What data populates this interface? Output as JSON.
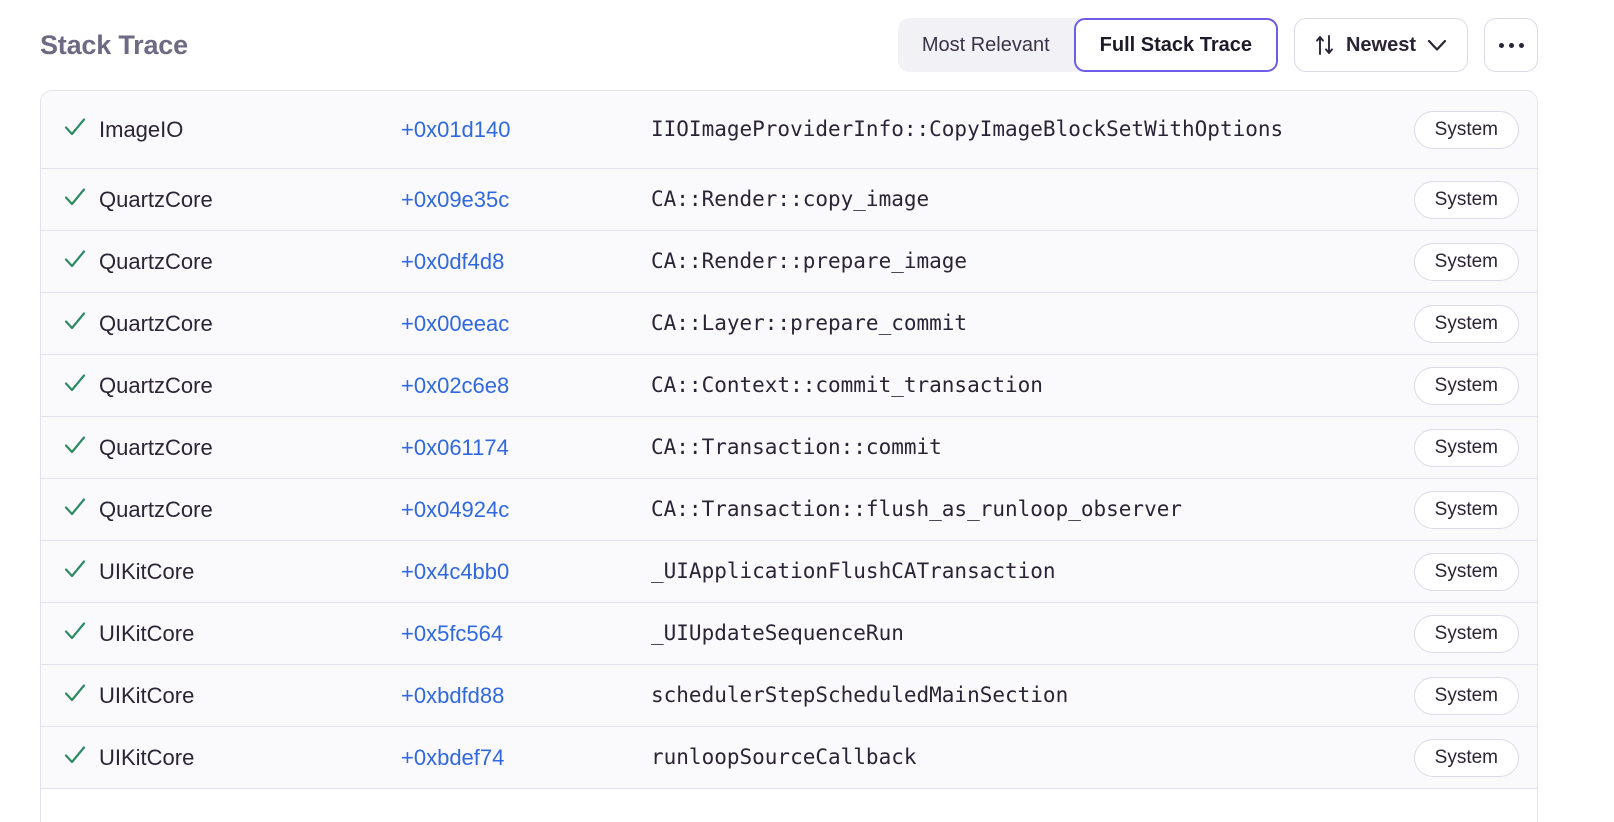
{
  "header": {
    "title": "Stack Trace",
    "segmented": {
      "options": [
        {
          "label": "Most Relevant",
          "active": false
        },
        {
          "label": "Full Stack Trace",
          "active": true
        }
      ]
    },
    "sort": {
      "icon": "sort-arrows-icon",
      "label": "Newest",
      "chevron": "chevron-down-icon"
    },
    "more": {
      "icon": "ellipsis-icon"
    }
  },
  "colors": {
    "accent": "#6c5ce7",
    "link": "#3068e0",
    "check": "#2d8a63",
    "title": "#6e6a84",
    "row_bg": "#fafafc",
    "divider": "#e4e2ec",
    "segment_bg": "#f2f1f6"
  },
  "table": {
    "rows": [
      {
        "status": "check-icon",
        "module": "ImageIO",
        "offset": "+0x01d140",
        "symbol": "IIOImageProviderInfo::CopyImageBlockSetWithOptions",
        "badge": "System"
      },
      {
        "status": "check-icon",
        "module": "QuartzCore",
        "offset": "+0x09e35c",
        "symbol": "CA::Render::copy_image",
        "badge": "System"
      },
      {
        "status": "check-icon",
        "module": "QuartzCore",
        "offset": "+0x0df4d8",
        "symbol": "CA::Render::prepare_image",
        "badge": "System"
      },
      {
        "status": "check-icon",
        "module": "QuartzCore",
        "offset": "+0x00eeac",
        "symbol": "CA::Layer::prepare_commit",
        "badge": "System"
      },
      {
        "status": "check-icon",
        "module": "QuartzCore",
        "offset": "+0x02c6e8",
        "symbol": "CA::Context::commit_transaction",
        "badge": "System"
      },
      {
        "status": "check-icon",
        "module": "QuartzCore",
        "offset": "+0x061174",
        "symbol": "CA::Transaction::commit",
        "badge": "System"
      },
      {
        "status": "check-icon",
        "module": "QuartzCore",
        "offset": "+0x04924c",
        "symbol": "CA::Transaction::flush_as_runloop_observer",
        "badge": "System"
      },
      {
        "status": "check-icon",
        "module": "UIKitCore",
        "offset": "+0x4c4bb0",
        "symbol": "_UIApplicationFlushCATransaction",
        "badge": "System"
      },
      {
        "status": "check-icon",
        "module": "UIKitCore",
        "offset": "+0x5fc564",
        "symbol": "_UIUpdateSequenceRun",
        "badge": "System"
      },
      {
        "status": "check-icon",
        "module": "UIKitCore",
        "offset": "+0xbdfd88",
        "symbol": "schedulerStepScheduledMainSection",
        "badge": "System"
      },
      {
        "status": "check-icon",
        "module": "UIKitCore",
        "offset": "+0xbdef74",
        "symbol": "runloopSourceCallback",
        "badge": "System"
      }
    ]
  }
}
